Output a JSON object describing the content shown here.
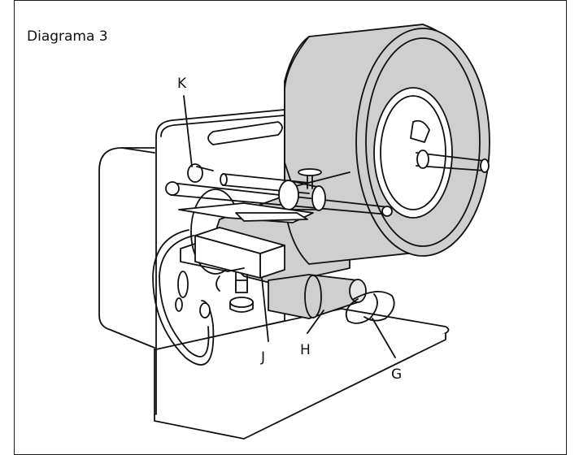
{
  "title": "Diagrama 3",
  "callouts": {
    "k": "K",
    "j": "J",
    "h": "H",
    "g": "G"
  },
  "colors": {
    "tape": "#cfcfcf",
    "line": "#111111",
    "background": "#ffffff"
  }
}
